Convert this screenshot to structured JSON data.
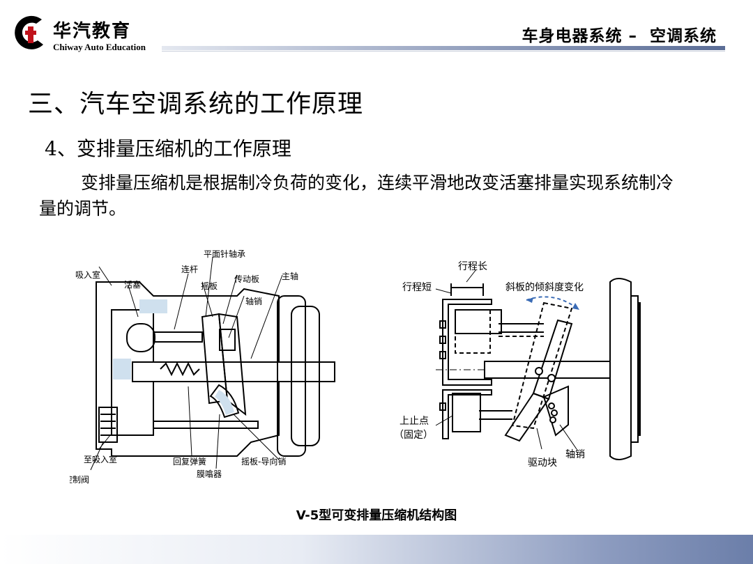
{
  "header": {
    "logo_cn": "华汽教育",
    "logo_en": "Chiway Auto Education",
    "title": "车身电器系统 –  空调系统"
  },
  "slide": {
    "title": "三、汽车空调系统的工作原理",
    "subtitle": "4、变排量压缩机的工作原理",
    "body": "变排量压缩机是根据制冷负荷的变化，连续平滑地改变活塞排量实现系统制冷量的调节。"
  },
  "left_diagram": {
    "labels": {
      "suction_chamber": "吸入室",
      "piston": "活塞",
      "connecting_rod": "连杆",
      "thrust_bearing": "平面针轴承",
      "wobble_plate": "摇板",
      "drive_plate": "传动板",
      "main_shaft": "主轴",
      "shaft_pin": "轴销",
      "to_suction": "至吸入室",
      "control_valve": "控制阀",
      "return_spring": "回复弹簧",
      "bellows": "膜噏器",
      "guide_pin": "摇板-导向销"
    }
  },
  "right_diagram": {
    "labels": {
      "stroke_long": "行程长",
      "stroke_short": "行程短",
      "tilt_change": "斜板的倾斜度变化",
      "top_dead_center": "上止点",
      "fixed": "（固定）",
      "shaft_pin": "轴销",
      "drive_block": "驱动块"
    }
  },
  "caption": "V-5型可变排量压缩机结构图",
  "colors": {
    "accent_blue": "#5b6d96",
    "diagram_fill": "#cfe0ee"
  }
}
